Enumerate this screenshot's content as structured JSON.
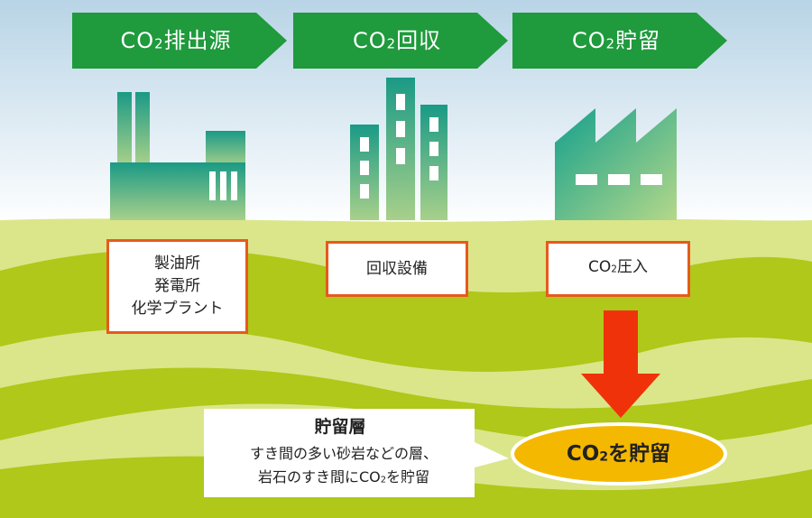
{
  "steps": [
    {
      "prefix": "CO",
      "sub": "2",
      "rest": "排出源"
    },
    {
      "prefix": "CO",
      "sub": "2",
      "rest": "回収"
    },
    {
      "prefix": "CO",
      "sub": "2",
      "rest": "貯留"
    }
  ],
  "boxes": {
    "source_lines": [
      "製油所",
      "発電所",
      "化学プラント"
    ],
    "capture": "回収設備",
    "injection": {
      "prefix": "CO",
      "sub": "2",
      "rest": "圧入"
    }
  },
  "reservoir": {
    "title": "貯留層",
    "line1": "すき間の多い砂岩などの層、",
    "line2_a": "岩石のすき間にCO",
    "line2_sub": "2",
    "line2_b": "を貯留"
  },
  "storage_label": {
    "prefix": "CO",
    "sub": "2",
    "rest": "を貯留"
  },
  "colors": {
    "step_arrow": "#1f9a3c",
    "box_border": "#e65a1e",
    "down_arrow": "#f0320a",
    "ellipse_fill": "#f5b800"
  }
}
